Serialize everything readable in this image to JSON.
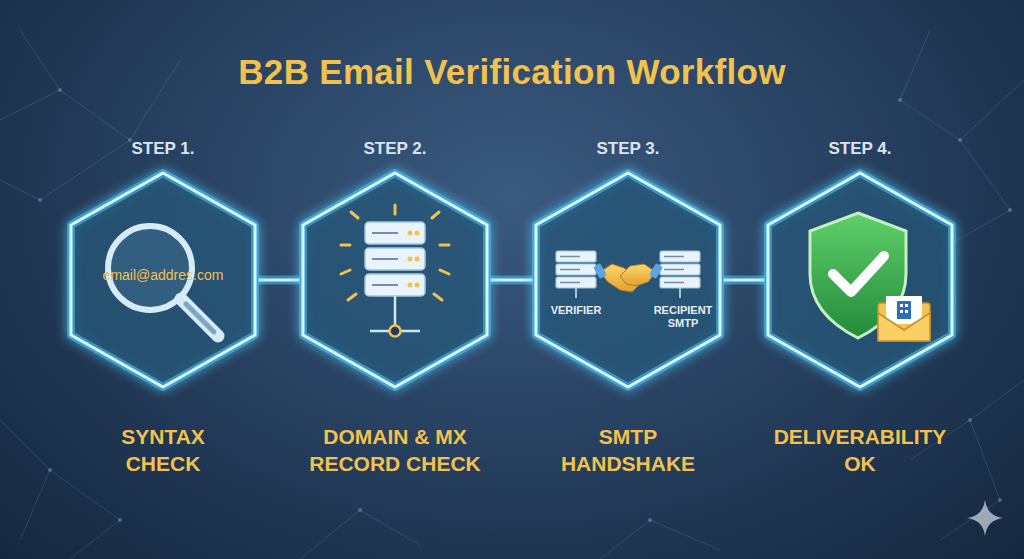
{
  "diagram": {
    "title": "B2B Email Verification Workflow",
    "nodes": [
      {
        "text": [
          "STEP 1.",
          "email@addres.com",
          "SYNTAX CHECK"
        ]
      },
      {
        "text": [
          "STEP 2.",
          "DOMAIN & MX RECORD CHECK"
        ]
      },
      {
        "text": [
          "STEP 3.",
          "VERIFIER",
          "RECIPIENT SMTP",
          "SMTP HANDSHAKE"
        ]
      },
      {
        "text": [
          "STEP 4.",
          "DELIVERABILITY OK"
        ]
      }
    ],
    "edges": [
      {
        "from": 0,
        "to": 1,
        "arrow": "none"
      },
      {
        "from": 1,
        "to": 2,
        "arrow": "none"
      },
      {
        "from": 2,
        "to": 3,
        "arrow": "none"
      }
    ]
  }
}
